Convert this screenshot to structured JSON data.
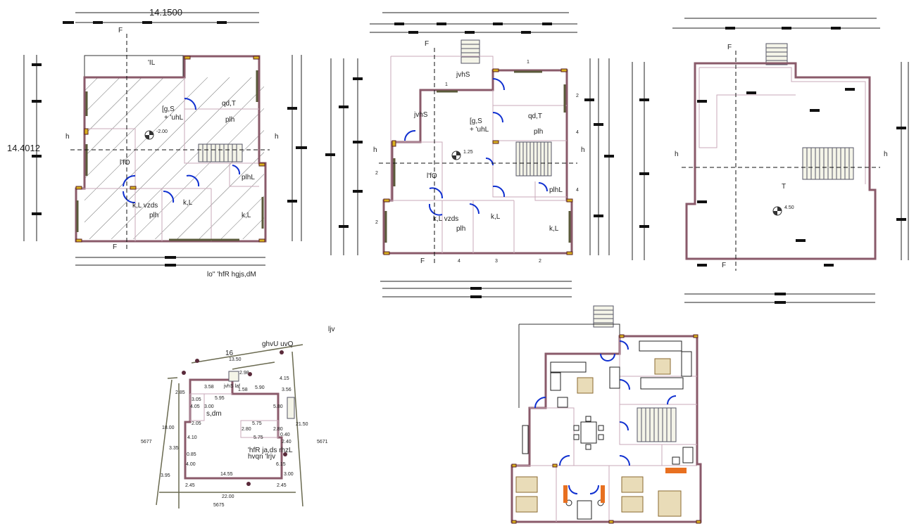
{
  "plans": {
    "plan1": {
      "top_dimension": "14.1500",
      "side_dimension": "14.4012",
      "level": "-2.00",
      "section_marks": [
        "F",
        "F",
        "h",
        "h"
      ],
      "rooms": [
        "'IL",
        "[g,S",
        "+ 'uhL",
        "qd,T",
        "plh",
        "l'fO",
        "k,L vzds",
        "plh",
        "k,L",
        "k,L",
        "plhL"
      ],
      "caption": "lo'' 'hfR hgjs,dM"
    },
    "plan2": {
      "level": "1.25",
      "section_marks": [
        "F",
        "F",
        "h",
        "h"
      ],
      "rooms": [
        "jvhS",
        "jvhS",
        "[g,S",
        "+ 'uhL",
        "qd,T",
        "plh",
        "l'fO",
        "k,L vzds",
        "plh",
        "k,L",
        "k,L",
        "plhL"
      ],
      "window_tags": [
        "1",
        "1",
        "2",
        "2",
        "2",
        "3",
        "4",
        "4",
        "4",
        "2"
      ]
    },
    "plan3": {
      "level": "4.50",
      "section_marks": [
        "F",
        "F",
        "h",
        "h",
        "T"
      ]
    },
    "site_plan": {
      "north_label": "ljv",
      "road_label": "ghvU uvQ",
      "road_width": "16",
      "dimensions": [
        "13.50",
        "2.98",
        "4.15",
        "3.58",
        "1.58",
        "5.90",
        "2.85",
        "5.95",
        "3.56",
        "3.05",
        "4.05",
        "3.00",
        "5.80",
        "2.05",
        "5.75",
        "2.80",
        "2.80",
        "5.75",
        "0.40",
        "18.00",
        "21.50",
        "4.10",
        "2.40",
        "3.35",
        "0.85",
        "4.00",
        "6.15",
        "3.95",
        "14.55",
        "3.00",
        "2.45",
        "2.45",
        "22.00"
      ],
      "room_labels": [
        "jvhS laf",
        "s,dm"
      ],
      "building_label_1": "'hfR ja,ds rhzL",
      "building_label_2": "hvqn 'lrjv",
      "plot_numbers": [
        "5677",
        "5671",
        "5675"
      ]
    }
  },
  "colors": {
    "wall": "#8a5a6a",
    "door": "#1030d0",
    "column": "#d8b020",
    "hatch": "#333333"
  }
}
